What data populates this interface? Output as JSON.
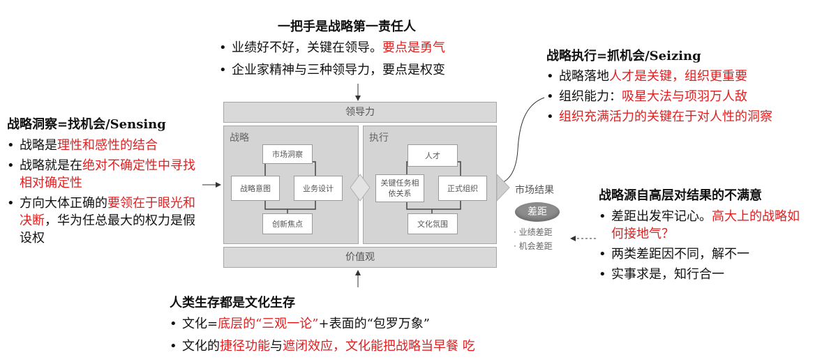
{
  "top": {
    "title": "一把手是战略第一责任人",
    "b1_plain": "业绩好不好，关键在领导。",
    "b1_red": "要点是勇气",
    "b2": "企业家精神与三种领导力，要点是权变"
  },
  "left": {
    "title": "战略洞察=找机会/Sensing",
    "b1_plain": "战略是",
    "b1_red": "理性和感性的结合",
    "b2_plain": "战略就是在",
    "b2_red": "绝对不确定性中寻找相对确定性",
    "b3_plain1": "方向大体正确的",
    "b3_red": "要领在于眼光和决断",
    "b3_plain2": "，华为任总最大的权力是假设权"
  },
  "right_top": {
    "title": "战略执行=抓机会/Seizing",
    "b1_plain": "战略落地",
    "b1_red": "人才是关键，组织更重要",
    "b2_plain": "组织能力：",
    "b2_red": "吸星大法与项羽万人敌",
    "b3_red": "组织充满活力的关键在于对人性的洞察"
  },
  "right_bottom": {
    "title": "战略源自高层对结果的不满意",
    "b1_plain": "差距出发牢记心。",
    "b1_red": "高大上的战略如何接地气？",
    "b2": "两类差距因不同，解不一",
    "b3": "实事求是，知行合一"
  },
  "bottom": {
    "title": "人类生存都是文化生存",
    "b1_plain1": "文化=",
    "b1_red": "底层的“三观一论”",
    "b1_plain2": "+表面的“包罗万象”",
    "b2_plain1": "文化的",
    "b2_red1": "捷径功能",
    "b2_plain2": "与",
    "b2_red2": "遮闭效应，文化能把战略当早餐 吃"
  },
  "diagram": {
    "leadership": "领导力",
    "values": "价值观",
    "strategy_panel": "战略",
    "execution_panel": "执行",
    "strategy_nodes": [
      "市场洞察",
      "战略意图",
      "业务设计",
      "创新焦点"
    ],
    "execution_nodes": [
      "人才",
      "关键任务相依关系",
      "正式组织",
      "文化氛围"
    ],
    "market_result": "市场结果",
    "gap": "差距",
    "gap_types": [
      "· 业绩差距",
      "· 机会差距"
    ]
  },
  "colors": {
    "emphasis": "#e02020",
    "panel": "#d4d4d4",
    "bar": "#d9d9d9"
  }
}
